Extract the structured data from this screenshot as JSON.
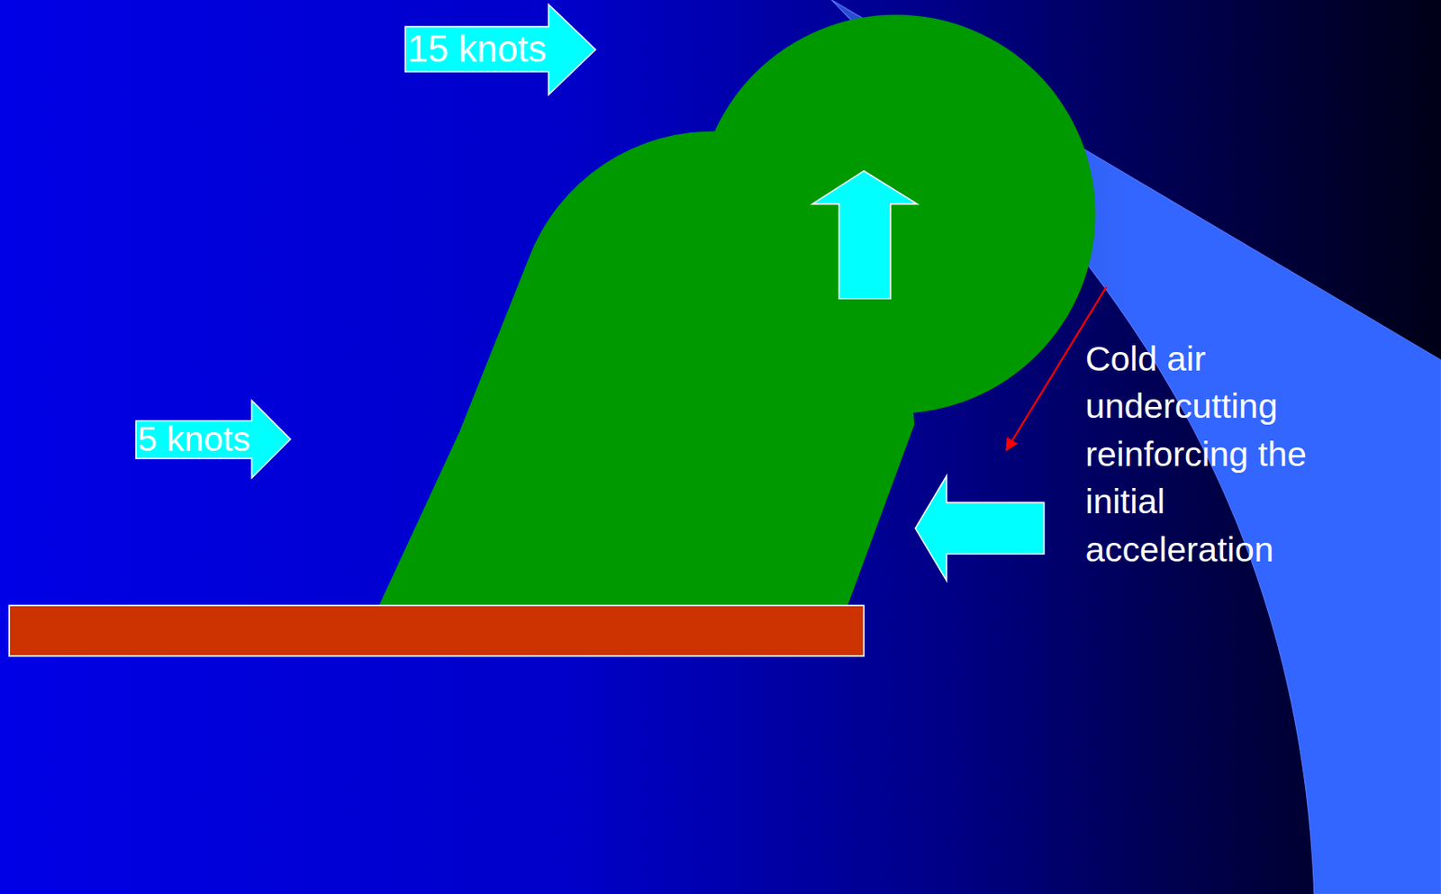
{
  "diagram": {
    "nodes": [
      {
        "text": [
          "15 knots"
        ]
      },
      {
        "text": [
          "5 knots"
        ]
      }
    ],
    "labels": [
      "Cold air undercutting reinforcing the initial acceleration"
    ]
  }
}
